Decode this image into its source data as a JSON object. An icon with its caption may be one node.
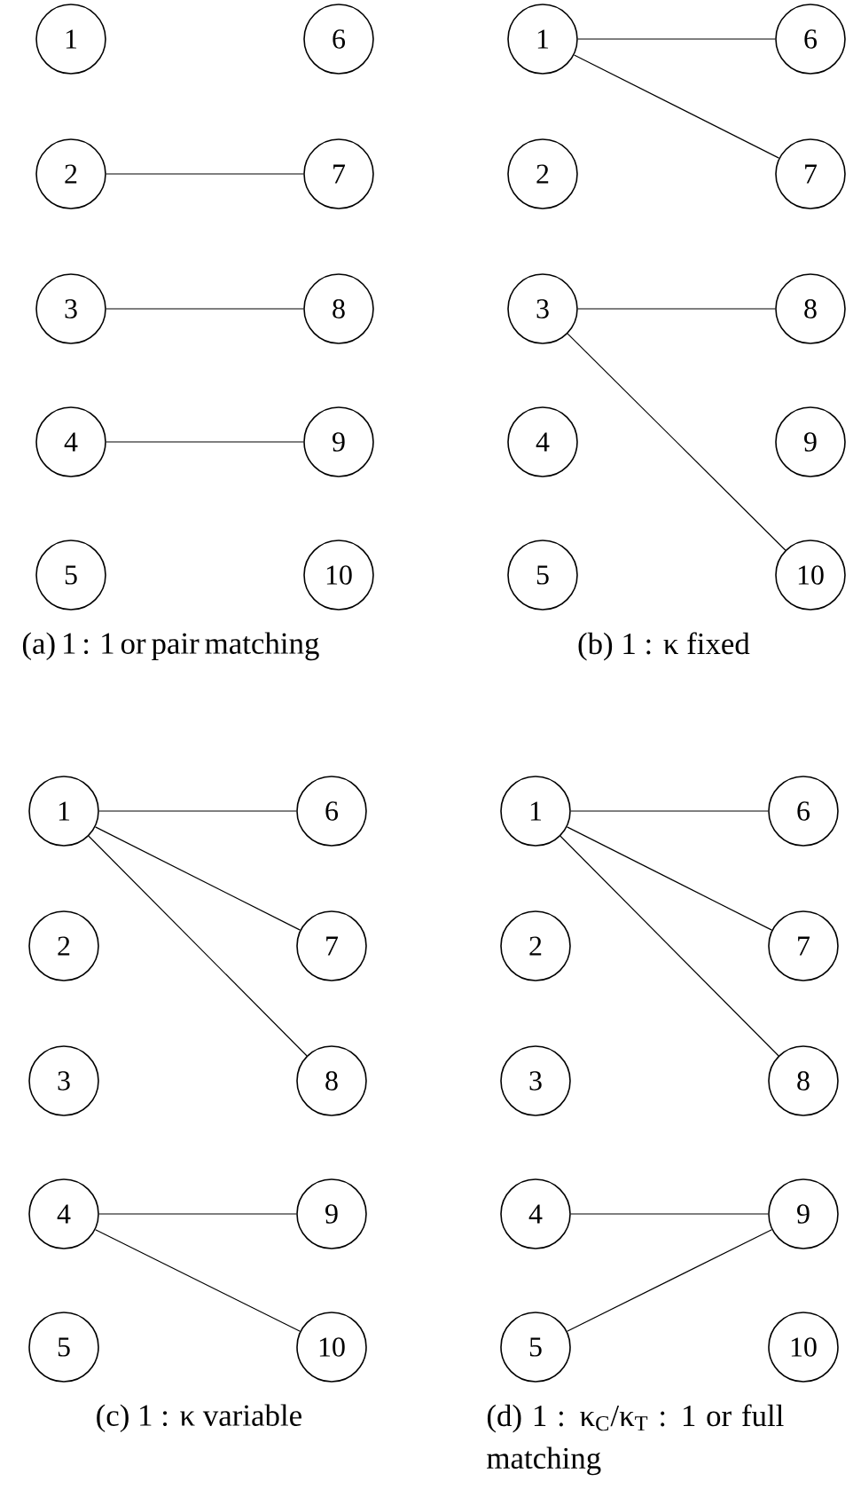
{
  "diagram": {
    "nodes": [
      {
        "text": [
          "1"
        ]
      },
      {
        "text": [
          "2"
        ]
      },
      {
        "text": [
          "3"
        ]
      },
      {
        "text": [
          "4"
        ]
      },
      {
        "text": [
          "5"
        ]
      },
      {
        "text": [
          "6"
        ]
      },
      {
        "text": [
          "7"
        ]
      },
      {
        "text": [
          "8"
        ]
      },
      {
        "text": [
          "9"
        ]
      },
      {
        "text": [
          "10"
        ]
      },
      {
        "text": [
          "1"
        ]
      },
      {
        "text": [
          "2"
        ]
      },
      {
        "text": [
          "3"
        ]
      },
      {
        "text": [
          "4"
        ]
      },
      {
        "text": [
          "5"
        ]
      },
      {
        "text": [
          "6"
        ]
      },
      {
        "text": [
          "7"
        ]
      },
      {
        "text": [
          "8"
        ]
      },
      {
        "text": [
          "9"
        ]
      },
      {
        "text": [
          "10"
        ]
      },
      {
        "text": [
          "1"
        ]
      },
      {
        "text": [
          "2"
        ]
      },
      {
        "text": [
          "3"
        ]
      },
      {
        "text": [
          "4"
        ]
      },
      {
        "text": [
          "5"
        ]
      },
      {
        "text": [
          "6"
        ]
      },
      {
        "text": [
          "7"
        ]
      },
      {
        "text": [
          "8"
        ]
      },
      {
        "text": [
          "9"
        ]
      },
      {
        "text": [
          "10"
        ]
      },
      {
        "text": [
          "1"
        ]
      },
      {
        "text": [
          "2"
        ]
      },
      {
        "text": [
          "3"
        ]
      },
      {
        "text": [
          "4"
        ]
      },
      {
        "text": [
          "5"
        ]
      },
      {
        "text": [
          "6"
        ]
      },
      {
        "text": [
          "7"
        ]
      },
      {
        "text": [
          "8"
        ]
      },
      {
        "text": [
          "9"
        ]
      },
      {
        "text": [
          "10"
        ]
      }
    ],
    "edges": [
      {
        "from": 1,
        "to": 6,
        "arrow": "none"
      },
      {
        "from": 2,
        "to": 7,
        "arrow": "none"
      },
      {
        "from": 3,
        "to": 8,
        "arrow": "none"
      },
      {
        "from": 10,
        "to": 15,
        "arrow": "none"
      },
      {
        "from": 10,
        "to": 16,
        "arrow": "none"
      },
      {
        "from": 12,
        "to": 17,
        "arrow": "none"
      },
      {
        "from": 12,
        "to": 19,
        "arrow": "none"
      },
      {
        "from": 20,
        "to": 25,
        "arrow": "none"
      },
      {
        "from": 20,
        "to": 26,
        "arrow": "none"
      },
      {
        "from": 20,
        "to": 27,
        "arrow": "none"
      },
      {
        "from": 23,
        "to": 28,
        "arrow": "none"
      },
      {
        "from": 23,
        "to": 29,
        "arrow": "none"
      },
      {
        "from": 30,
        "to": 35,
        "arrow": "none"
      },
      {
        "from": 30,
        "to": 36,
        "arrow": "none"
      },
      {
        "from": 30,
        "to": 37,
        "arrow": "none"
      },
      {
        "from": 33,
        "to": 38,
        "arrow": "none"
      },
      {
        "from": 34,
        "to": 38,
        "arrow": "none"
      }
    ],
    "labels": [
      "(a) 1 : 1 or pair matching",
      "(b) 1 : κ fixed",
      "(c) 1 : κ variable",
      "(d) 1 : κ$_{C}$/κ$_{T}$ : 1 or full matching"
    ]
  }
}
